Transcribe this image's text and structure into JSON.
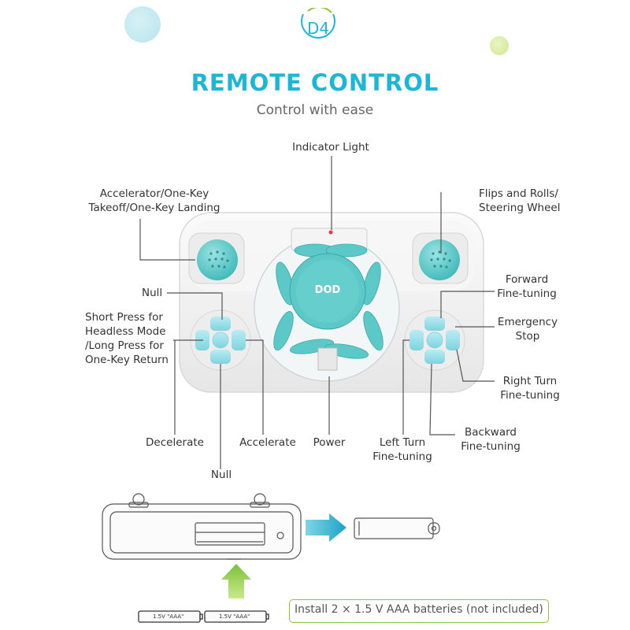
{
  "header": {
    "logo_text": "D4",
    "title": "REMOTE CONTROL",
    "subtitle": "Control with ease"
  },
  "controller": {
    "brand_mark": "DOD"
  },
  "callouts": {
    "indicator": "Indicator Light",
    "accelerator_line1": "Accelerator/One-Key",
    "accelerator_line2": "Takeoff/One-Key Landing",
    "flips_line1": "Flips and Rolls/",
    "flips_line2": "Steering Wheel",
    "null_top": "Null",
    "short_press_line1": "Short Press for",
    "short_press_line2": "Headless Mode",
    "short_press_line3": "/Long Press for",
    "short_press_line4": "One-Key Return",
    "forward_line1": "Forward",
    "forward_line2": "Fine-tuning",
    "emergency_line1": "Emergency",
    "emergency_line2": "Stop",
    "right_turn_line1": "Right Turn",
    "right_turn_line2": "Fine-tuning",
    "decelerate": "Decelerate",
    "accelerate": "Accelerate",
    "power": "Power",
    "left_turn_line1": "Left Turn",
    "left_turn_line2": "Fine-tuning",
    "backward_line1": "Backward",
    "backward_line2": "Fine-tuning",
    "null_bottom": "Null"
  },
  "battery": {
    "cell_label_1": "1.5V \"AAA\"",
    "cell_label_2": "1.5V \"AAA\"",
    "install_note": "Install 2 × 1.5 V AAA batteries (not included)"
  },
  "colors": {
    "accent_teal": "#1cb7d6",
    "drone_teal": "#5cc9c8",
    "arrow_teal": "#2aa8c9",
    "arrow_green": "#8cc63f",
    "note_border": "#8cc63f"
  }
}
